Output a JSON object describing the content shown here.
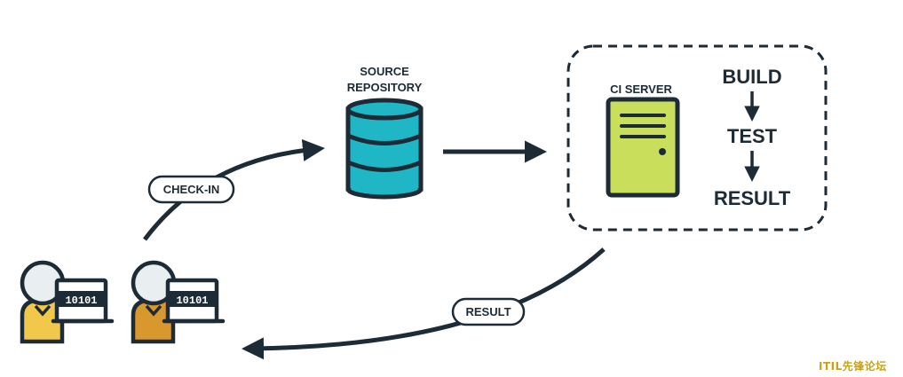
{
  "labels": {
    "source_repository_line1": "SOURCE",
    "source_repository_line2": "REPOSITORY",
    "ci_server": "CI SERVER",
    "build": "BUILD",
    "test": "TEST",
    "result_step": "RESULT",
    "check_in": "CHECK-IN",
    "result_feedback": "RESULT",
    "laptop_code_1": "10101",
    "laptop_code_2": "10101"
  },
  "watermark": "ITIL先锋论坛",
  "colors": {
    "ink": "#1d2b36",
    "database": "#1fb6c6",
    "server": "#c9df5c",
    "person_face": "#e9eef1",
    "shirt_left": "#f2c84a",
    "shirt_right": "#d9982e",
    "laptop_screen": "#1d2b36"
  }
}
